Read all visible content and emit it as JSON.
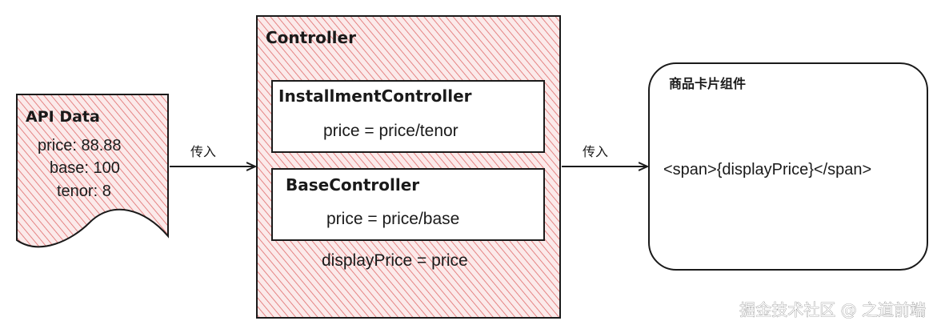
{
  "api_data": {
    "title": "API Data",
    "lines": [
      "price: 88.88",
      "base: 100",
      "tenor: 8"
    ]
  },
  "arrows": {
    "left_label": "传入",
    "right_label": "传入"
  },
  "controller": {
    "title": "Controller",
    "installment": {
      "title": "InstallmentController",
      "formula": "price = price/tenor"
    },
    "base": {
      "title": "BaseController",
      "formula": "price = price/base"
    },
    "footer": "displayPrice = price"
  },
  "card": {
    "title": "商品卡片组件",
    "content": "<span>{displayPrice}</span>"
  },
  "watermark": "掘金技术社区 @ 之道前端",
  "colors": {
    "hatch": "#e06a6a",
    "stroke": "#1a1a1a"
  }
}
